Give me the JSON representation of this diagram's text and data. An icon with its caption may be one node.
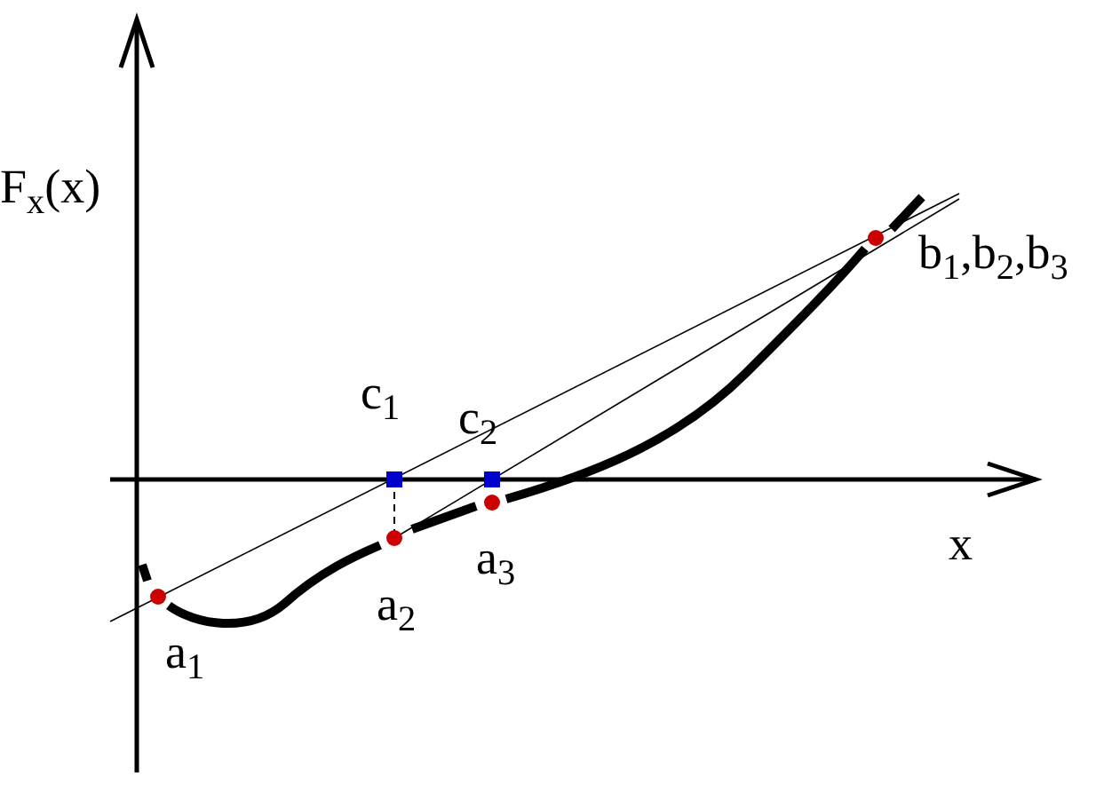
{
  "diagram": {
    "labels": [
      "F$_{x}$(x)",
      "c$_{1}$",
      "c$_{2}$",
      "b$_{1}$,b$_{2}$,b$_{3}$",
      "x",
      "a$_{2}$",
      "a$_{3}$",
      "a$_{1}$"
    ]
  }
}
